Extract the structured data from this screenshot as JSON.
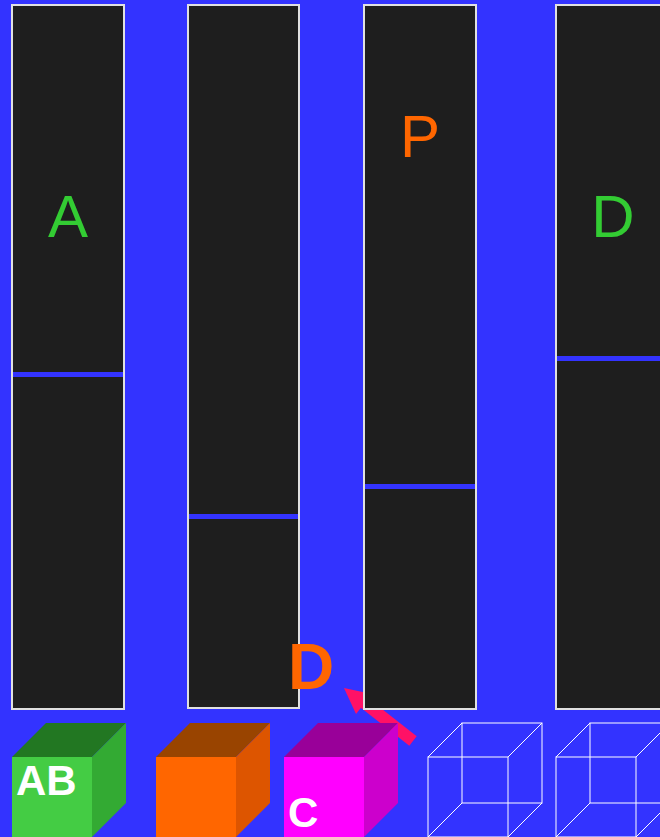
{
  "diagram": {
    "nodes": [
      {
        "text": [
          "A"
        ]
      },
      {
        "text": [
          "P"
        ]
      },
      {
        "text": [
          "D"
        ]
      },
      {
        "text": [
          "AB"
        ]
      },
      {
        "text": [
          "C"
        ]
      }
    ],
    "labels": [
      "D"
    ]
  }
}
